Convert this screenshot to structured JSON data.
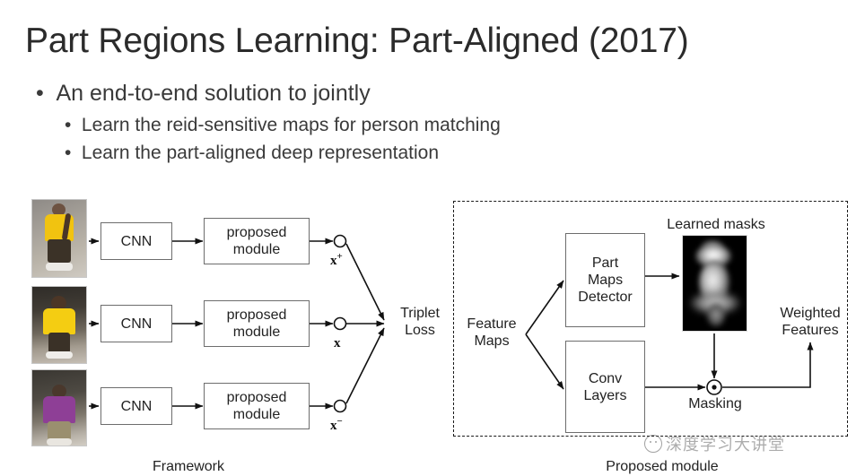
{
  "slide": {
    "title": "Part Regions Learning: Part-Aligned (2017)",
    "bullets": {
      "level1": "An end-to-end solution to jointly",
      "level2": [
        "Learn the reid-sensitive maps for person matching",
        "Learn the part-aligned deep representation"
      ],
      "marker": "•"
    }
  },
  "figure": {
    "left_panel": {
      "caption": "Framework",
      "rows": [
        {
          "cnn": "CNN",
          "module_line1": "proposed",
          "module_line2": "module",
          "node_label": "x",
          "node_sup": "+"
        },
        {
          "cnn": "CNN",
          "module_line1": "proposed",
          "module_line2": "module",
          "node_label": "x",
          "node_sup": ""
        },
        {
          "cnn": "CNN",
          "module_line1": "proposed",
          "module_line2": "module",
          "node_label": "x",
          "node_sup": "−"
        }
      ],
      "loss_line1": "Triplet",
      "loss_line2": "Loss"
    },
    "right_panel": {
      "caption": "Proposed module",
      "input_line1": "Feature",
      "input_line2": "Maps",
      "detector_line1": "Part",
      "detector_line2": "Maps",
      "detector_line3": "Detector",
      "conv_line1": "Conv",
      "conv_line2": "Layers",
      "masks_label": "Learned masks",
      "masking_label": "Masking",
      "output_line1": "Weighted",
      "output_line2": "Features"
    }
  },
  "watermark": {
    "text": "深度学习大讲堂"
  },
  "colors": {
    "background": "#ffffff",
    "title": "#2b2b2b",
    "body_text": "#3a3a3a",
    "stroke": "#1a1a1a",
    "box_border": "#6d6d6d"
  }
}
